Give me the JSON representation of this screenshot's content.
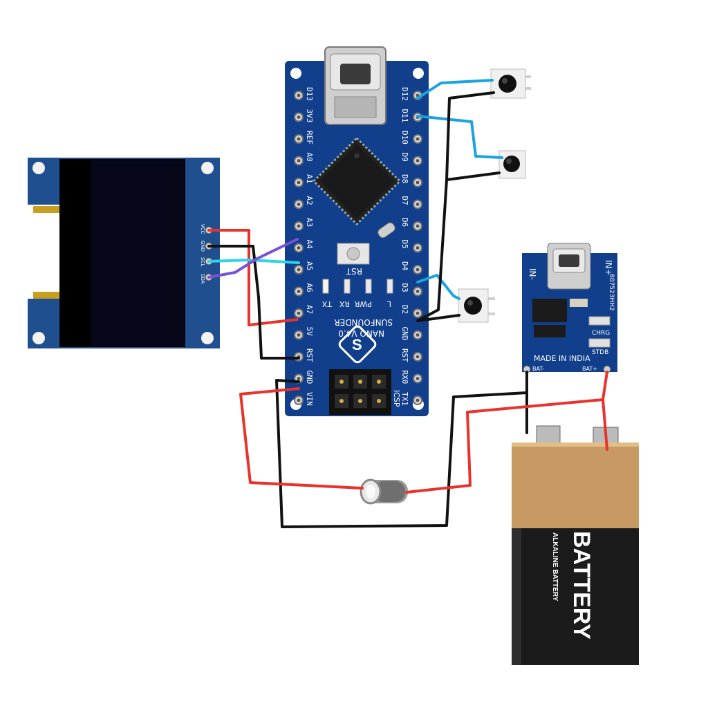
{
  "oled": {
    "pins": [
      "VCC",
      "GND",
      "SCL",
      "SDA"
    ]
  },
  "nano": {
    "left_pins": [
      "D13",
      "3V3",
      "REF",
      "A0",
      "A1",
      "A2",
      "A3",
      "A4",
      "A5",
      "A6",
      "A7",
      "5V",
      "RST",
      "GND",
      "VIN"
    ],
    "right_pins": [
      "D12",
      "D11",
      "D10",
      "D9",
      "D8",
      "D7",
      "D6",
      "D5",
      "D4",
      "D3",
      "D2",
      "GND",
      "RST",
      "RX0",
      "TX1"
    ],
    "rst_label": "RST",
    "led_labels": [
      "L",
      "PWR",
      "RX",
      "TX"
    ],
    "model": "NANO V4.0",
    "brand": "SUNFOUNDER",
    "icsp": "ICSP"
  },
  "charger": {
    "in_minus": "IN-",
    "in_plus": "IN+",
    "chip_code": "807523HH2",
    "chrg": "CHRG",
    "stdb": "STDB",
    "made_in": "MADE IN INDIA",
    "bat_minus": "BAT-",
    "bat_plus": "BAT+"
  },
  "battery": {
    "label": "BATTERY",
    "sublabel": "ALKALINE BATTERY"
  },
  "colors": {
    "board_blue": "#123f8c",
    "oled_blue": "#1f4f8f",
    "wire_red": "#e8322b",
    "wire_black": "#111111",
    "wire_blue": "#1aa3e0",
    "wire_cyan": "#2fd3e6",
    "wire_purple": "#7a52d6",
    "battery_tan": "#c79a63",
    "battery_black": "#1b1b1b"
  }
}
